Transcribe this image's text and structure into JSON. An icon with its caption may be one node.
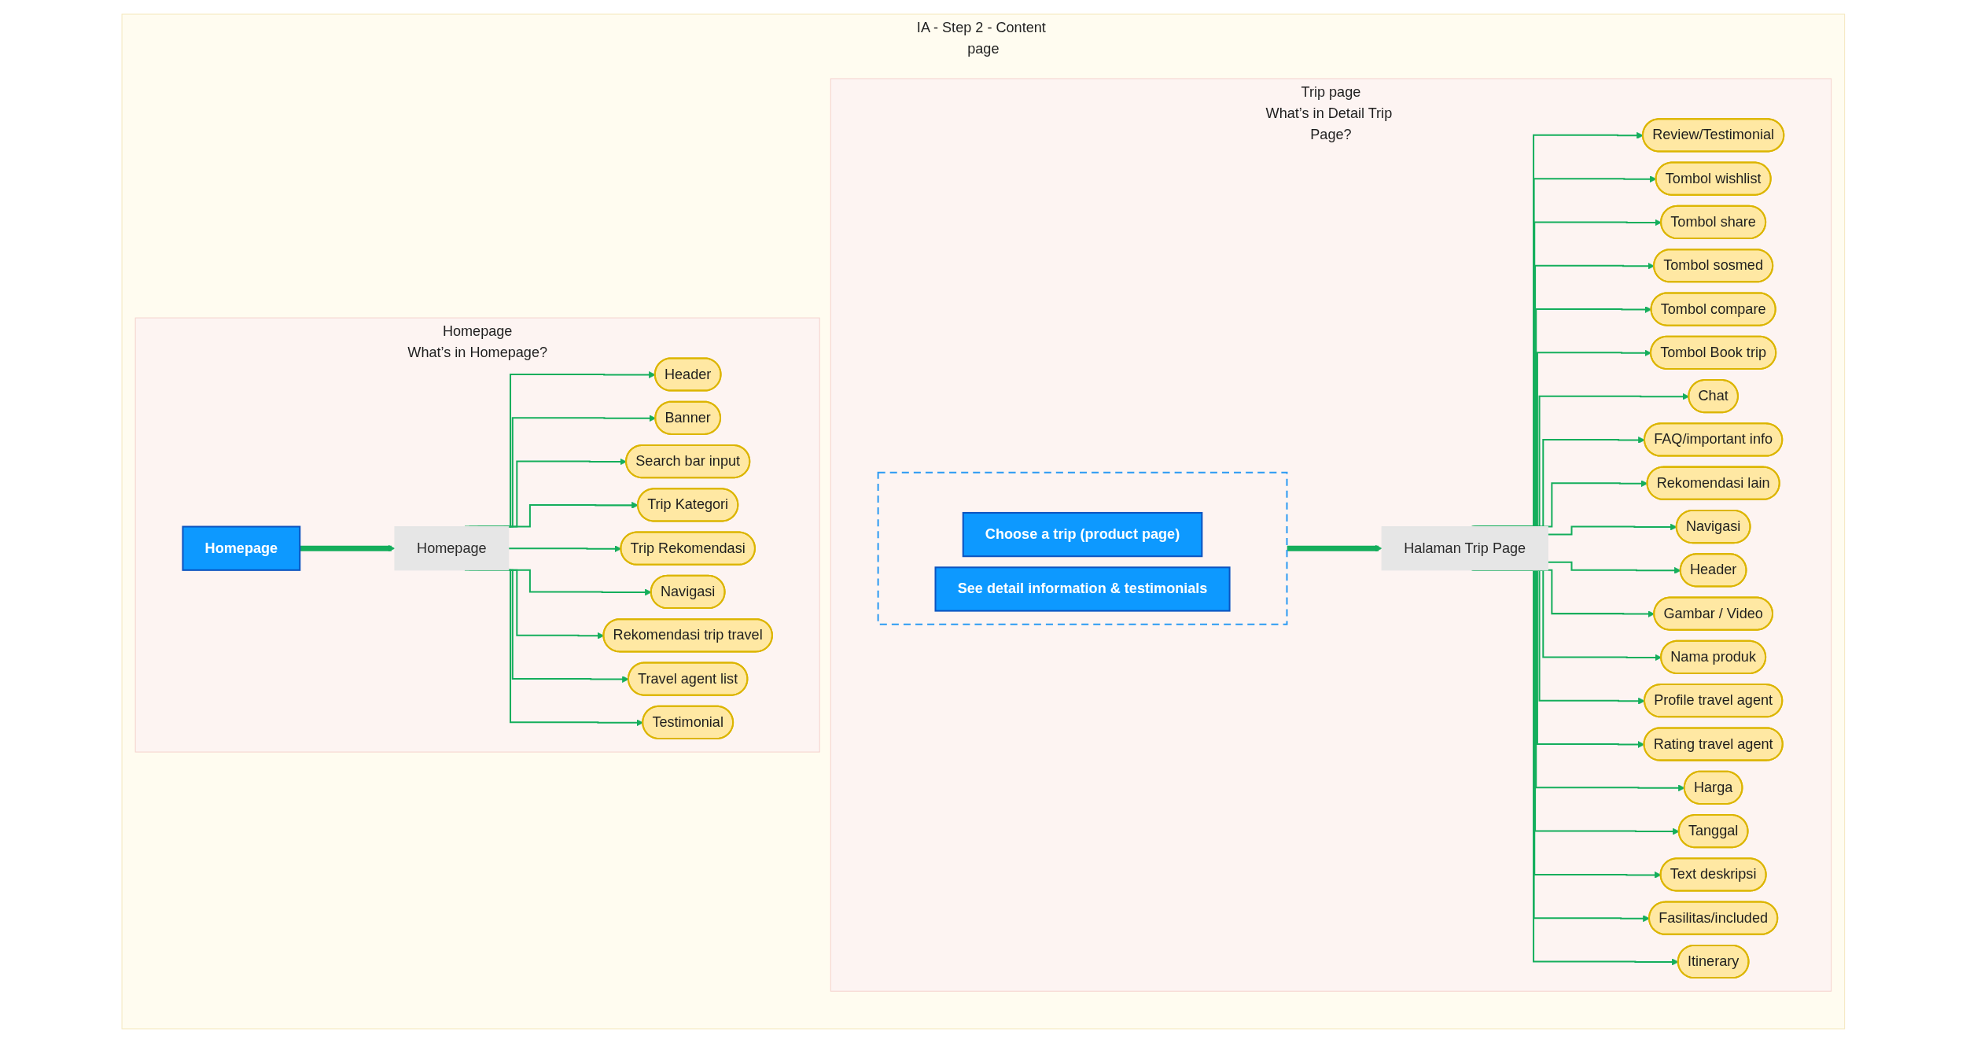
{
  "diagram": {
    "nodes": [
      {
        "text": [
          "IA - Step 2 - Content page"
        ]
      },
      {
        "text": [
          "Homepage",
          "What’s in Homepage?"
        ],
        "in": 0
      },
      {
        "text": [
          "Homepage"
        ],
        "in": 1
      },
      {
        "text": [
          "Homepage"
        ],
        "in": 1
      },
      {
        "text": [
          "Header"
        ],
        "in": 1
      },
      {
        "text": [
          "Banner"
        ],
        "in": 1
      },
      {
        "text": [
          "Search bar input"
        ],
        "in": 1
      },
      {
        "text": [
          "Trip Kategori"
        ],
        "in": 1
      },
      {
        "text": [
          "Trip Rekomendasi"
        ],
        "in": 1
      },
      {
        "text": [
          "Navigasi"
        ],
        "in": 1
      },
      {
        "text": [
          "Rekomendasi trip travel"
        ],
        "in": 1
      },
      {
        "text": [
          "Travel agent list"
        ],
        "in": 1
      },
      {
        "text": [
          "Testimonial"
        ],
        "in": 1
      },
      {
        "text": [
          "Trip page",
          "What’s in Detail Trip Page?"
        ],
        "in": 0
      },
      {
        "text": [],
        "shape": "box",
        "in": 13
      },
      {
        "text": [
          "Choose a trip (product page)"
        ],
        "in": 14
      },
      {
        "text": [
          "See detail information & testimonials"
        ],
        "in": 14
      },
      {
        "text": [
          "Halaman Trip Page"
        ],
        "in": 13
      },
      {
        "text": [
          "Review/Testimonial"
        ],
        "in": 13
      },
      {
        "text": [
          "Tombol wishlist"
        ],
        "in": 13
      },
      {
        "text": [
          "Tombol share"
        ],
        "in": 13
      },
      {
        "text": [
          "Tombol sosmed"
        ],
        "in": 13
      },
      {
        "text": [
          "Tombol compare"
        ],
        "in": 13
      },
      {
        "text": [
          "Tombol Book trip"
        ],
        "in": 13
      },
      {
        "text": [
          "Chat"
        ],
        "in": 13
      },
      {
        "text": [
          "FAQ/important info"
        ],
        "in": 13
      },
      {
        "text": [
          "Rekomendasi lain"
        ],
        "in": 13
      },
      {
        "text": [
          "Navigasi"
        ],
        "in": 13
      },
      {
        "text": [
          "Header"
        ],
        "in": 13
      },
      {
        "text": [
          "Gambar / Video"
        ],
        "in": 13
      },
      {
        "text": [
          "Nama produk"
        ],
        "in": 13
      },
      {
        "text": [
          "Profile travel agent"
        ],
        "in": 13
      },
      {
        "text": [
          "Rating travel agent"
        ],
        "in": 13
      },
      {
        "text": [
          "Harga"
        ],
        "in": 13
      },
      {
        "text": [
          "Tanggal"
        ],
        "in": 13
      },
      {
        "text": [
          "Text deskripsi"
        ],
        "in": 13
      },
      {
        "text": [
          "Fasilitas/included"
        ],
        "in": 13
      },
      {
        "text": [
          "Itinerary"
        ],
        "in": 13
      }
    ],
    "edges": [
      {
        "from": 2,
        "to": 3,
        "arrow": "to",
        "style": "thick"
      },
      {
        "from": 3,
        "to": 4,
        "arrow": "to"
      },
      {
        "from": 3,
        "to": 5,
        "arrow": "to"
      },
      {
        "from": 3,
        "to": 6,
        "arrow": "to"
      },
      {
        "from": 3,
        "to": 7,
        "arrow": "to"
      },
      {
        "from": 3,
        "to": 8,
        "arrow": "to"
      },
      {
        "from": 3,
        "to": 9,
        "arrow": "to"
      },
      {
        "from": 3,
        "to": 10,
        "arrow": "to"
      },
      {
        "from": 3,
        "to": 11,
        "arrow": "to"
      },
      {
        "from": 3,
        "to": 12,
        "arrow": "to"
      },
      {
        "from": 14,
        "to": 17,
        "arrow": "to",
        "style": "thick"
      },
      {
        "from": 17,
        "to": 18,
        "arrow": "to"
      },
      {
        "from": 17,
        "to": 19,
        "arrow": "to"
      },
      {
        "from": 17,
        "to": 20,
        "arrow": "to"
      },
      {
        "from": 17,
        "to": 21,
        "arrow": "to"
      },
      {
        "from": 17,
        "to": 22,
        "arrow": "to"
      },
      {
        "from": 17,
        "to": 23,
        "arrow": "to"
      },
      {
        "from": 17,
        "to": 24,
        "arrow": "to"
      },
      {
        "from": 17,
        "to": 25,
        "arrow": "to"
      },
      {
        "from": 17,
        "to": 26,
        "arrow": "to"
      },
      {
        "from": 17,
        "to": 27,
        "arrow": "to"
      },
      {
        "from": 17,
        "to": 28,
        "arrow": "to"
      },
      {
        "from": 17,
        "to": 29,
        "arrow": "to"
      },
      {
        "from": 17,
        "to": 30,
        "arrow": "to"
      },
      {
        "from": 17,
        "to": 31,
        "arrow": "to"
      },
      {
        "from": 17,
        "to": 32,
        "arrow": "to"
      },
      {
        "from": 17,
        "to": 33,
        "arrow": "to"
      },
      {
        "from": 17,
        "to": 34,
        "arrow": "to"
      },
      {
        "from": 17,
        "to": 35,
        "arrow": "to"
      },
      {
        "from": 17,
        "to": 36,
        "arrow": "to"
      },
      {
        "from": 17,
        "to": 37,
        "arrow": "to"
      }
    ]
  }
}
